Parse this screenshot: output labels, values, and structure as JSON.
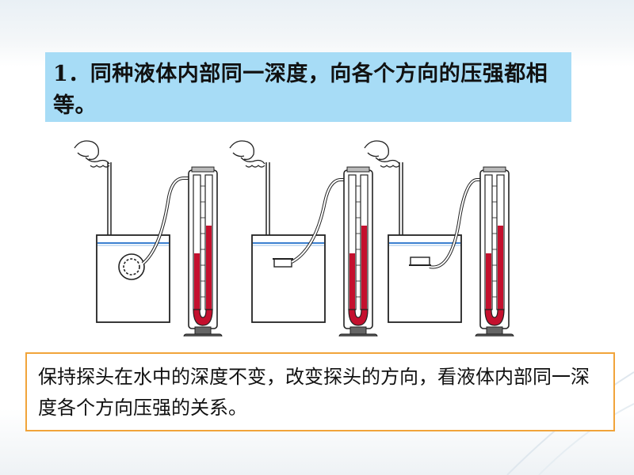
{
  "slide": {
    "title": "1．同种液体内部同一深度，向各个方向的压强都相等。",
    "caption": "保持探头在水中的深度不变，改变探头的方向，看液体内部同一深度各个方向压强的关系。"
  },
  "colors": {
    "title_bg": "#a7dcf6",
    "caption_border": "#f1a43a",
    "liquid_red": "#c4102e",
    "water_line": "#3a7fd0"
  },
  "figure": {
    "panels": [
      {
        "probe_orientation": "facing-side"
      },
      {
        "probe_orientation": "facing-up"
      },
      {
        "probe_orientation": "facing-down"
      }
    ]
  }
}
